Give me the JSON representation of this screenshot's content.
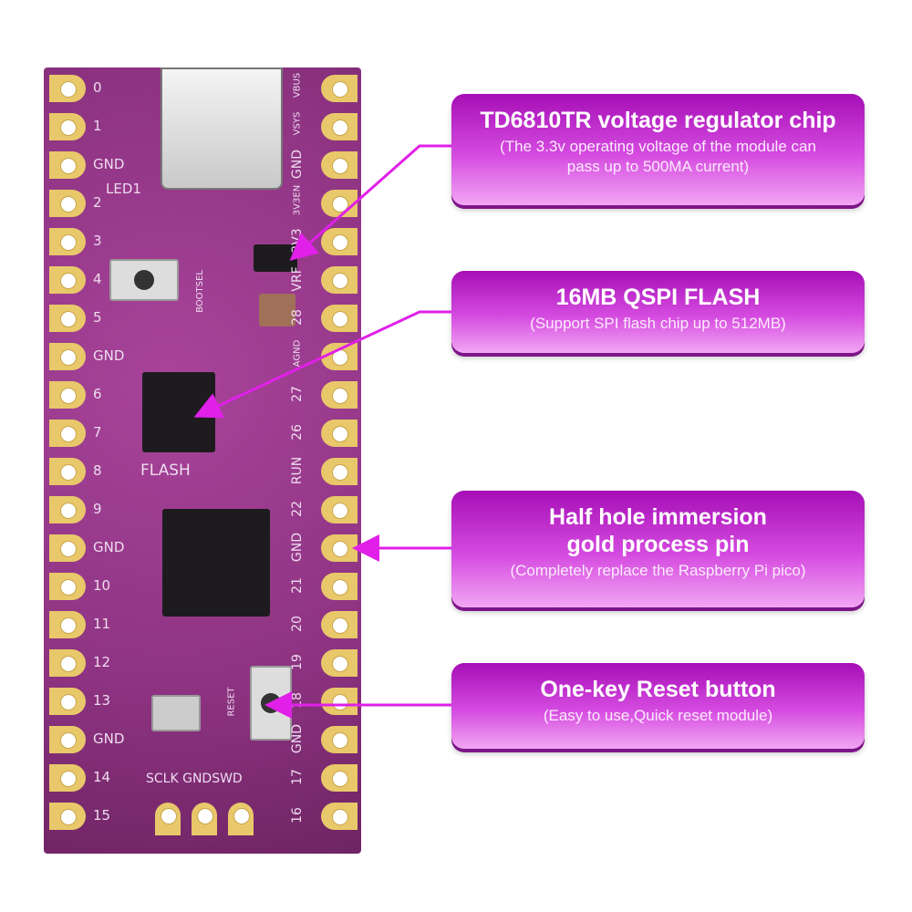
{
  "board": {
    "left_pins": [
      "0",
      "1",
      "GND",
      "2",
      "3",
      "4",
      "5",
      "GND",
      "6",
      "7",
      "8",
      "9",
      "GND",
      "10",
      "11",
      "12",
      "13",
      "GND",
      "14",
      "15"
    ],
    "right_pins": [
      "VBUS",
      "VSYS",
      "GND",
      "3V3EN",
      "3V3",
      "VRF",
      "28",
      "AGND",
      "27",
      "26",
      "RUN",
      "22",
      "GND",
      "21",
      "20",
      "19",
      "18",
      "GND",
      "17",
      "16"
    ],
    "silkscreen": {
      "led": "LED1",
      "bootsel": "BOOTSEL",
      "flash": "FLASH",
      "reset": "RESET",
      "debug": "SCLK GNDSWD"
    }
  },
  "callouts": [
    {
      "title": "TD6810TR voltage regulator chip",
      "subtitle": "(The 3.3v operating voltage of the module can pass up to 500MA current)"
    },
    {
      "title": "16MB QSPI FLASH",
      "subtitle": "(Support SPI flash chip up to 512MB)"
    },
    {
      "title": "Half hole immersion gold process pin",
      "subtitle": "(Completely replace the Raspberry Pi pico)"
    },
    {
      "title": "One-key Reset button",
      "subtitle": "(Easy to use,Quick reset module)"
    }
  ],
  "colors": {
    "accent": "#e020e8",
    "board": "#8a2f7c",
    "gold": "#e8c86a"
  }
}
